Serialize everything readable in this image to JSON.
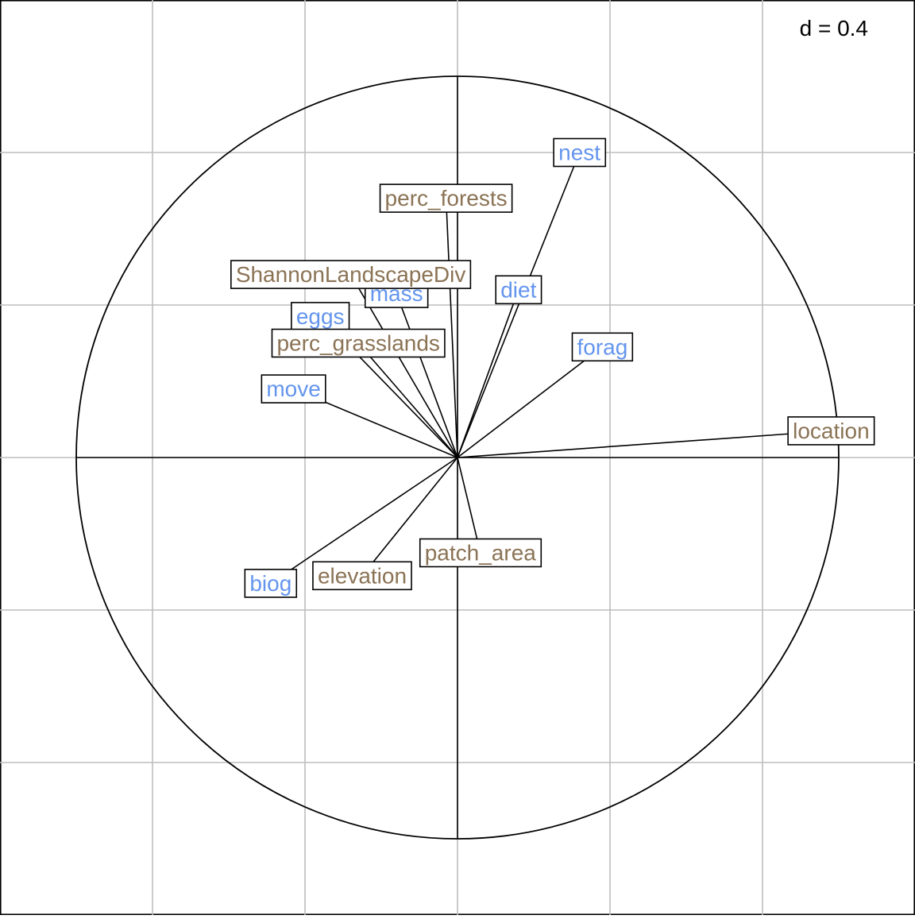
{
  "chart_data": {
    "type": "scatter",
    "plot_kind": "correlation circle (arrows from origin)",
    "scale_label": "d = 0.4",
    "grid_step": 0.4,
    "xlim": [
      -1.0,
      1.0
    ],
    "ylim": [
      -1.0,
      1.0
    ],
    "grid": true,
    "colors": {
      "blue_group": "#6495ed",
      "brown_group": "#8b7355",
      "grid": "#bebebe",
      "axes": "#000000"
    },
    "series": [
      {
        "color_key": "blue_group",
        "points": [
          {
            "label": "nest",
            "x": 0.32,
            "y": 0.8
          },
          {
            "label": "diet",
            "x": 0.16,
            "y": 0.44
          },
          {
            "label": "forag",
            "x": 0.38,
            "y": 0.29
          },
          {
            "label": "mass",
            "x": -0.16,
            "y": 0.43
          },
          {
            "label": "eggs",
            "x": -0.36,
            "y": 0.37
          },
          {
            "label": "move",
            "x": -0.43,
            "y": 0.18
          },
          {
            "label": "biog",
            "x": -0.49,
            "y": -0.33
          }
        ]
      },
      {
        "color_key": "brown_group",
        "points": [
          {
            "label": "perc_forests",
            "x": -0.03,
            "y": 0.68
          },
          {
            "label": "ShannonLandscapeDiv",
            "x": -0.28,
            "y": 0.48
          },
          {
            "label": "perc_grasslands",
            "x": -0.26,
            "y": 0.3
          },
          {
            "label": "location",
            "x": 0.98,
            "y": 0.07
          },
          {
            "label": "patch_area",
            "x": 0.06,
            "y": -0.25
          },
          {
            "label": "elevation",
            "x": -0.25,
            "y": -0.31
          }
        ]
      }
    ]
  }
}
